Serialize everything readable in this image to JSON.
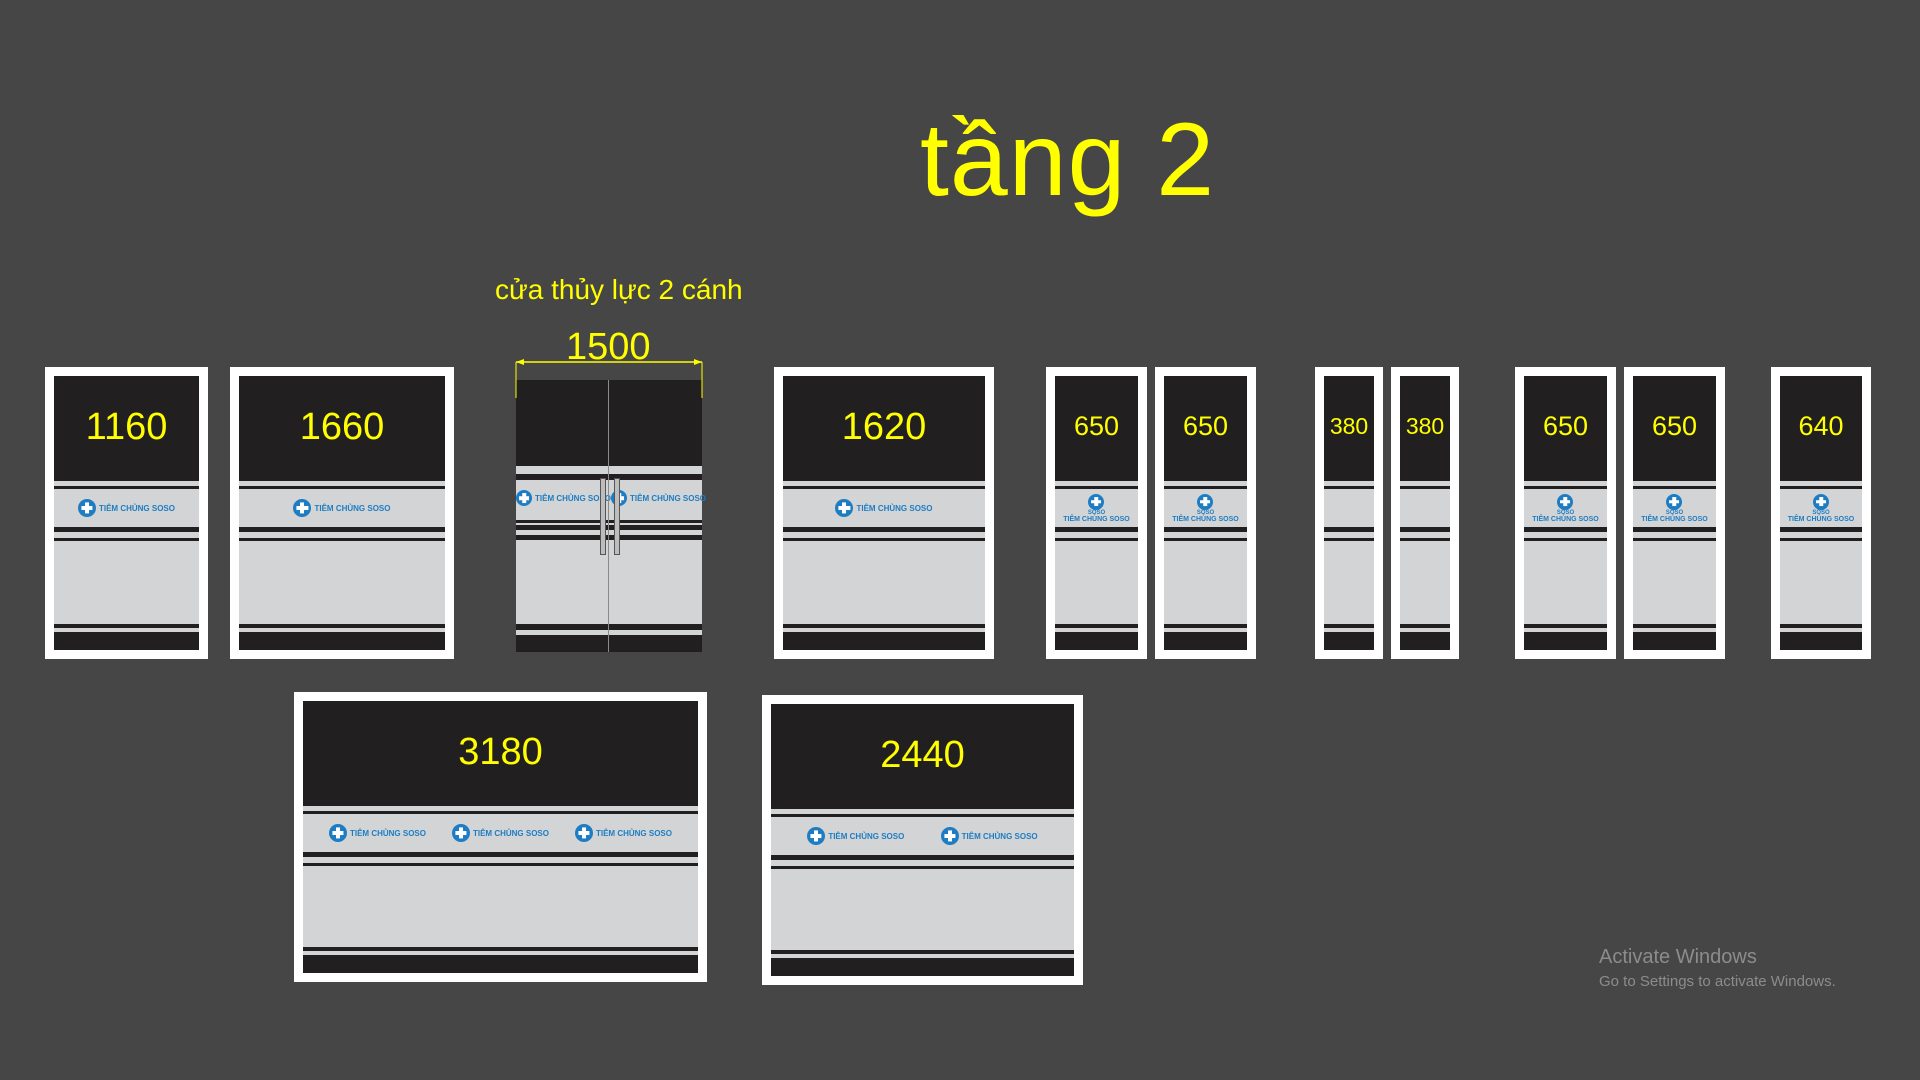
{
  "title": "tầng 2",
  "door_caption": "cửa thủy lực 2 cánh",
  "door_width_label": "1500",
  "logo_text": "TIÊM CHỦNG SOSO",
  "logo_sub": "SOSO",
  "panels_top": [
    {
      "label": "1160",
      "logos": 1
    },
    {
      "label": "1660",
      "logos": 1
    },
    {
      "label": "1620",
      "logos": 1
    },
    {
      "label": "650",
      "logos": 1
    },
    {
      "label": "650",
      "logos": 1
    },
    {
      "label": "380",
      "logos": 0
    },
    {
      "label": "380",
      "logos": 0
    },
    {
      "label": "650",
      "logos": 1
    },
    {
      "label": "650",
      "logos": 1
    },
    {
      "label": "640",
      "logos": 1
    }
  ],
  "panels_bottom": [
    {
      "label": "3180",
      "logos": 3
    },
    {
      "label": "2440",
      "logos": 2
    }
  ],
  "watermark": {
    "line1": "Activate Windows",
    "line2": "Go to Settings to activate Windows."
  },
  "colors": {
    "background": "#464646",
    "label": "#ffff00",
    "header": "#221f20",
    "band": "#d3d4d6",
    "logo": "#1e7dc2"
  }
}
